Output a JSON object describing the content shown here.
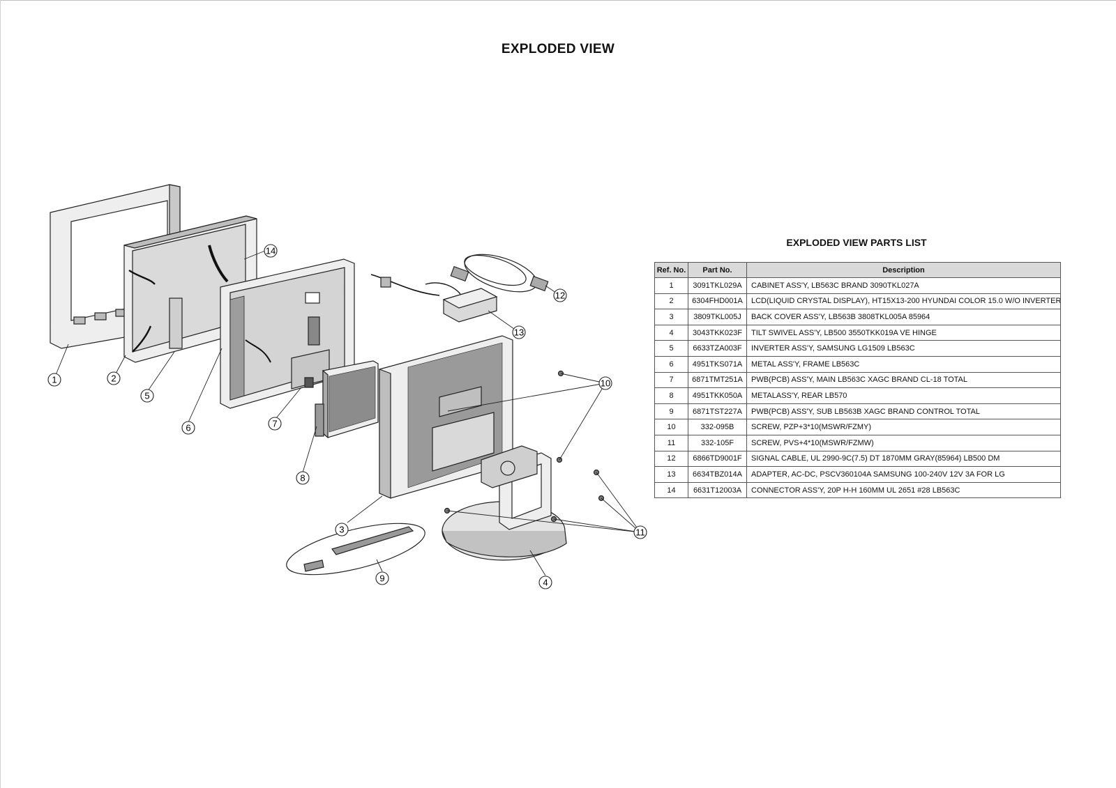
{
  "title": "EXPLODED VIEW",
  "parts_list": {
    "title": "EXPLODED VIEW PARTS LIST",
    "headers": {
      "ref": "Ref. No.",
      "part": "Part No.",
      "desc": "Description"
    },
    "rows": [
      {
        "ref": "1",
        "part": "3091TKL029A",
        "desc": "CABINET ASS'Y, LB563C BRAND 3090TKL027A"
      },
      {
        "ref": "2",
        "part": "6304FHD001A",
        "desc": "LCD(LIQUID CRYSTAL DISPLAY), HT15X13-200 HYUNDAI COLOR 15.0 W/O INVERTER"
      },
      {
        "ref": "3",
        "part": "3809TKL005J",
        "desc": "BACK COVER ASS'Y, LB563B 3808TKL005A 85964"
      },
      {
        "ref": "4",
        "part": "3043TKK023F",
        "desc": "TILT SWIVEL ASS'Y, LB500 3550TKK019A VE HINGE"
      },
      {
        "ref": "5",
        "part": "6633TZA003F",
        "desc": "INVERTER ASS'Y, SAMSUNG LG1509 LB563C"
      },
      {
        "ref": "6",
        "part": "4951TKS071A",
        "desc": "METAL ASS'Y, FRAME LB563C"
      },
      {
        "ref": "7",
        "part": "6871TMT251A",
        "desc": "PWB(PCB) ASS'Y, MAIN LB563C XAGC BRAND CL-18 TOTAL"
      },
      {
        "ref": "8",
        "part": "4951TKK050A",
        "desc": "METALASS'Y, REAR LB570"
      },
      {
        "ref": "9",
        "part": "6871TST227A",
        "desc": "PWB(PCB) ASS'Y, SUB  LB563B XAGC BRAND CONTROL TOTAL"
      },
      {
        "ref": "10",
        "part": "332-095B",
        "desc": "SCREW, PZP+3*10(MSWR/FZMY)"
      },
      {
        "ref": "11",
        "part": "332-105F",
        "desc": "SCREW, PVS+4*10(MSWR/FZMW)"
      },
      {
        "ref": "12",
        "part": "6866TD9001F",
        "desc": "SIGNAL CABLE, UL 2990-9C(7.5) DT 1870MM GRAY(85964) LB500 DM"
      },
      {
        "ref": "13",
        "part": "6634TBZ014A",
        "desc": "ADAPTER, AC-DC, PSCV360104A SAMSUNG 100-240V 12V 3A FOR LG"
      },
      {
        "ref": "14",
        "part": "6631T12003A",
        "desc": "CONNECTOR ASS'Y, 20P H-H 160MM UL 2651 #28 LB563C"
      }
    ]
  },
  "callouts": [
    "1",
    "2",
    "3",
    "4",
    "5",
    "6",
    "7",
    "8",
    "9",
    "10",
    "11",
    "12",
    "13",
    "14"
  ],
  "colors": {
    "line": "#222222",
    "fill": "#e6e6e6",
    "shade": "#b0b0b0",
    "header_bg": "#d9d9d9"
  }
}
